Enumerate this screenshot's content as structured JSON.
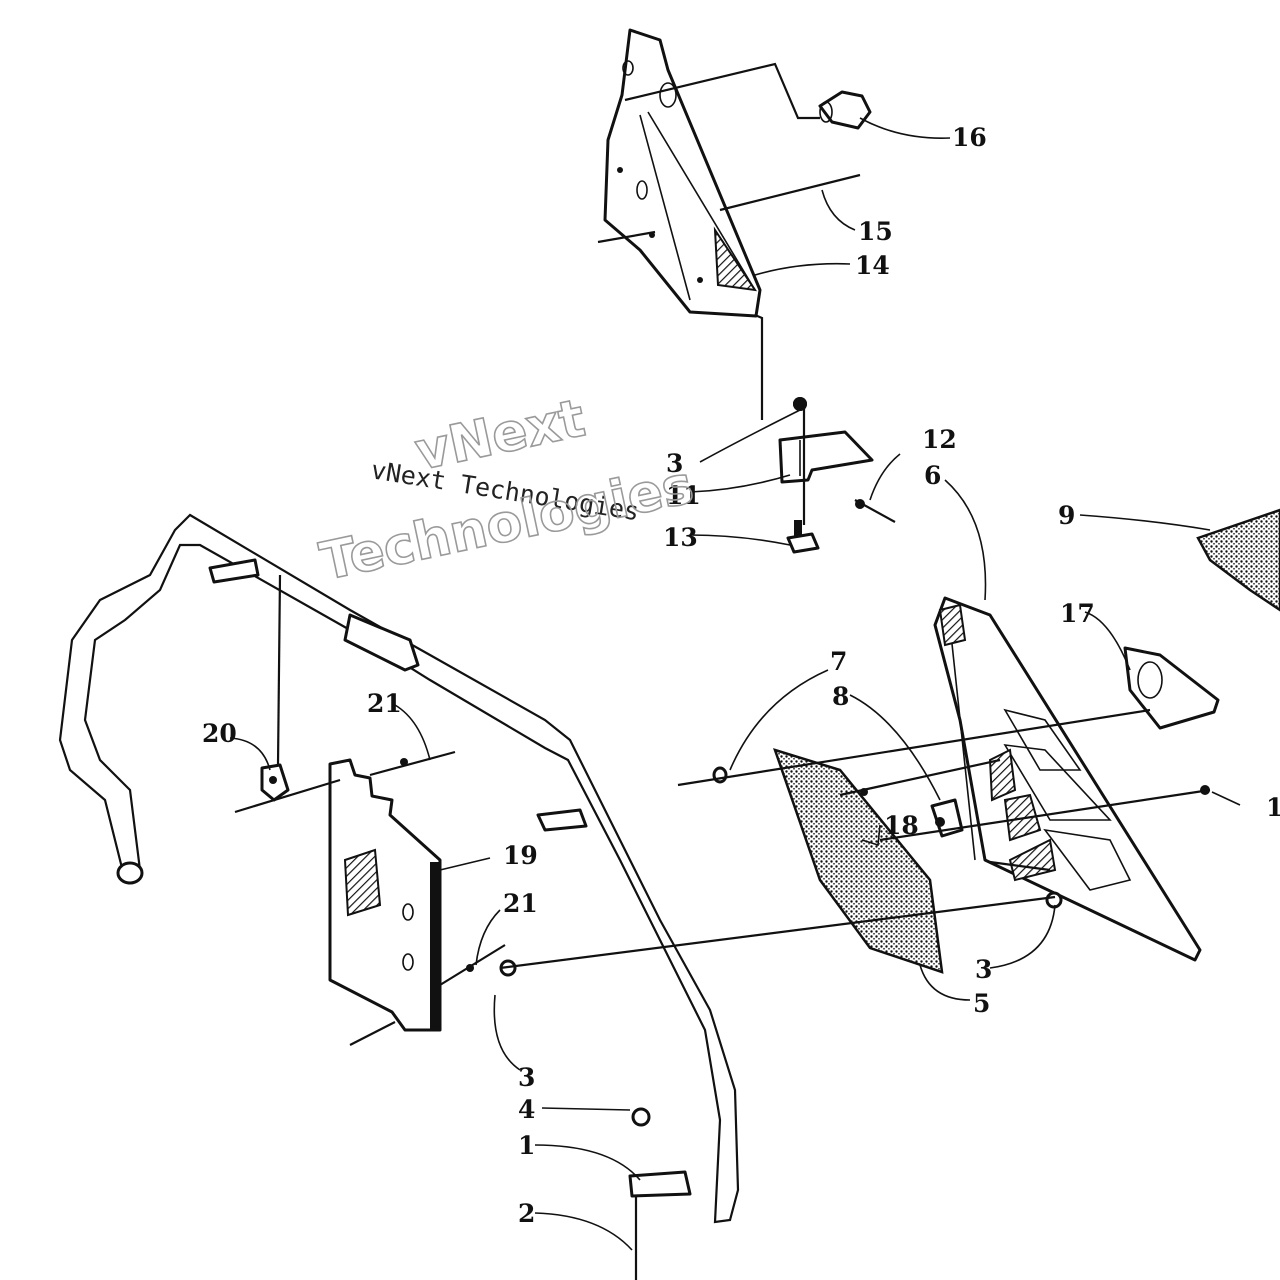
{
  "watermark": {
    "line1": "vNext Technologies",
    "line2a": "vNext",
    "line2b": "Technologies"
  },
  "callouts": [
    "1",
    "2",
    "3",
    "3",
    "3",
    "3",
    "4",
    "5",
    "6",
    "7",
    "8",
    "9",
    "11",
    "12",
    "13",
    "14",
    "15",
    "16",
    "17",
    "18",
    "19",
    "20",
    "21",
    "21",
    "1"
  ]
}
